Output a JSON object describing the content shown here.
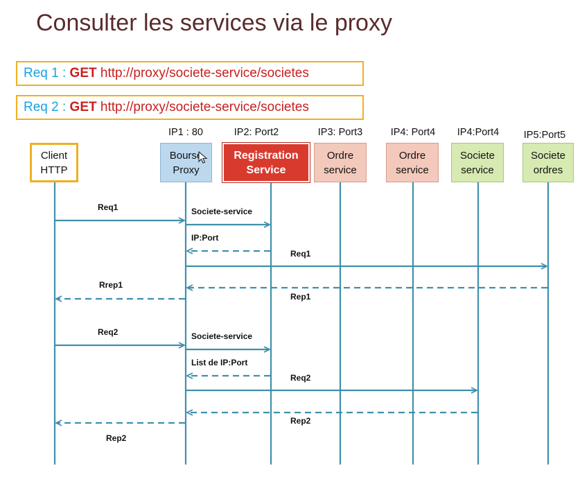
{
  "title": "Consulter les services via le proxy",
  "requests": [
    {
      "label": "Req 1 : ",
      "method": "GET",
      "url": " http://proxy/societe-service/societes"
    },
    {
      "label": "Req 2 : ",
      "method": "GET",
      "url": " http://proxy/societe-service/societes"
    }
  ],
  "actors": [
    {
      "address": "",
      "line1": "Client",
      "line2": "HTTP",
      "fill": "#ffffff",
      "border": "#f0b020"
    },
    {
      "address": "IP1 : 80",
      "line1": "Bourse",
      "line2": "Proxy",
      "fill": "#bcd8ee",
      "border": "#8eb4d4"
    },
    {
      "address": "IP2: Port2",
      "line1": "Registration",
      "line2": "Service",
      "fill": "#d93a2e",
      "border": "#b52a20"
    },
    {
      "address": "IP3: Port3",
      "line1": "Ordre",
      "line2": "service",
      "fill": "#f3c9bc",
      "border": "#d79c8c"
    },
    {
      "address": "IP4: Port4",
      "line1": "Ordre",
      "line2": "service",
      "fill": "#f3c9bc",
      "border": "#d79c8c"
    },
    {
      "address": "IP4:Port4",
      "line1": "Societe",
      "line2": "service",
      "fill": "#d7eab2",
      "border": "#a8c77a"
    },
    {
      "address": "IP5:Port5",
      "line1": "Societe",
      "line2": "ordres",
      "fill": "#d7eab2",
      "border": "#a8c77a"
    }
  ],
  "messages": [
    {
      "label": "Req1",
      "dashed": false
    },
    {
      "label": "Societe-service",
      "dashed": false
    },
    {
      "label": "IP:Port",
      "dashed": true
    },
    {
      "label": "Req1",
      "dashed": false
    },
    {
      "label": "",
      "dashed": true
    },
    {
      "label": "Rrep1",
      "dashed": true
    },
    {
      "label": "Rep1",
      "dashed": true
    },
    {
      "label": "Req2",
      "dashed": false
    },
    {
      "label": "Societe-service",
      "dashed": false
    },
    {
      "label": "List de IP:Port",
      "dashed": true
    },
    {
      "label": "Req2",
      "dashed": false
    },
    {
      "label": "",
      "dashed": true
    },
    {
      "label": "Rep2",
      "dashed": true
    },
    {
      "label": "Rep2",
      "dashed": true
    }
  ],
  "colors": {
    "lifeline": "#3f8fad",
    "arrow": "#3f8fad",
    "title": "#5a2b2b"
  }
}
